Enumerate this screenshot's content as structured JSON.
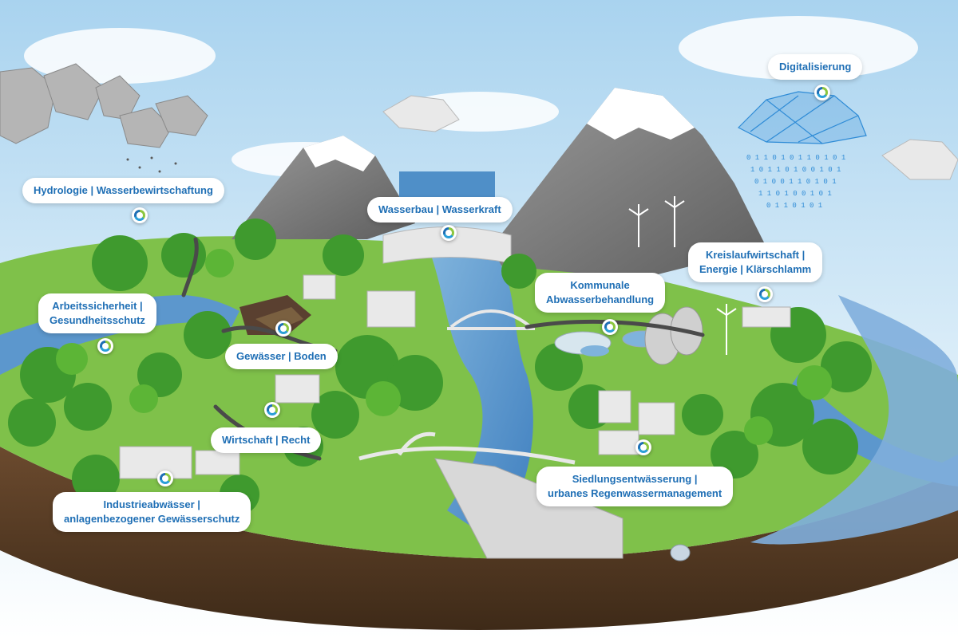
{
  "topics": [
    {
      "id": "hydrologie",
      "lines": [
        "Hydrologie | Wasserbewirtschaftung"
      ]
    },
    {
      "id": "wasserbau",
      "lines": [
        "Wasserbau | Wasserkraft"
      ]
    },
    {
      "id": "digitalisierung",
      "lines": [
        "Digitalisierung"
      ]
    },
    {
      "id": "kreislaufwirtschaft",
      "lines": [
        "Kreislaufwirtschaft |",
        "Energie | Klärschlamm"
      ]
    },
    {
      "id": "kommunale",
      "lines": [
        "Kommunale",
        "Abwasserbehandlung"
      ]
    },
    {
      "id": "arbeitssicherheit",
      "lines": [
        "Arbeitssicherheit |",
        "Gesundheitsschutz"
      ]
    },
    {
      "id": "gewaesser",
      "lines": [
        "Gewässer | Boden"
      ]
    },
    {
      "id": "wirtschaft",
      "lines": [
        "Wirtschaft | Recht"
      ]
    },
    {
      "id": "industrie",
      "lines": [
        "Industrieabwässer |",
        "anlagenbezogener Gewässerschutz"
      ]
    },
    {
      "id": "siedlung",
      "lines": [
        "Siedlungsentwässerung |",
        "urbanes Regenwassermanagement"
      ]
    }
  ],
  "colors": {
    "label_text": "#1f6fb5",
    "accent_green": "#8cc63f",
    "accent_blue": "#2b9fd8"
  }
}
